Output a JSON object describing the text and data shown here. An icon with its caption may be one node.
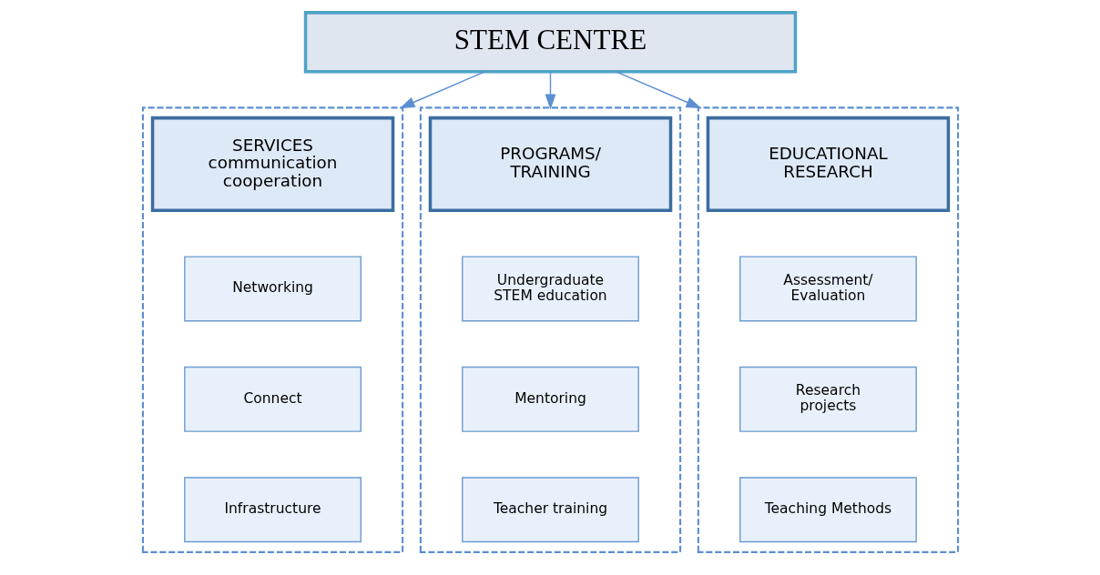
{
  "diagram": {
    "nodes": [
      {
        "text": [
          "STEM CENTRE"
        ]
      },
      {
        "text": [],
        "shape": "box"
      },
      {
        "text": [
          "SERVICES communication cooperation"
        ],
        "in": 1
      },
      {
        "text": [
          "Networking"
        ],
        "in": 1
      },
      {
        "text": [
          "Connect"
        ],
        "in": 1
      },
      {
        "text": [
          "Infrastructure"
        ],
        "in": 1
      },
      {
        "text": [],
        "shape": "box"
      },
      {
        "text": [
          "PROGRAMS/ TRAINING"
        ],
        "in": 6
      },
      {
        "text": [
          "Undergraduate STEM education"
        ],
        "in": 6
      },
      {
        "text": [
          "Mentoring"
        ],
        "in": 6
      },
      {
        "text": [
          "Teacher training"
        ],
        "in": 6
      },
      {
        "text": [],
        "shape": "box"
      },
      {
        "text": [
          "EDUCATIONAL RESEARCH"
        ],
        "in": 11
      },
      {
        "text": [
          "Assessment/ Evaluation"
        ],
        "in": 11
      },
      {
        "text": [
          "Research projects"
        ],
        "in": 11
      },
      {
        "text": [
          "Teaching Methods"
        ],
        "in": 11
      }
    ],
    "edges": [
      {
        "from": 0,
        "to": 1,
        "arrow": "to"
      },
      {
        "from": 0,
        "to": 6,
        "arrow": "to"
      },
      {
        "from": 0,
        "to": 11,
        "arrow": "to"
      }
    ]
  }
}
